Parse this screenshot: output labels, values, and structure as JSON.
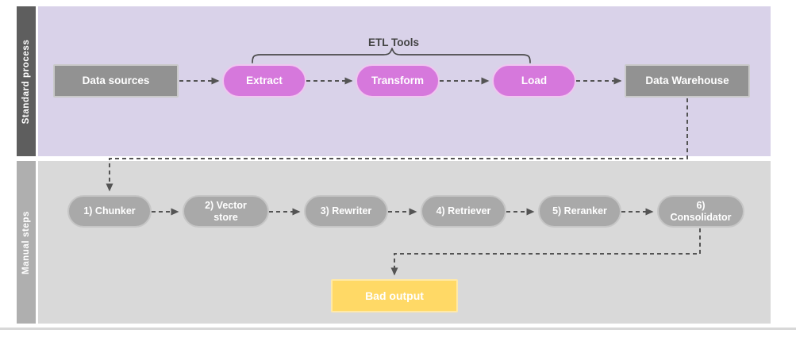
{
  "diagram": {
    "bracket_label": "ETL Tools"
  },
  "lanes": [
    {
      "label": "Standard process"
    },
    {
      "label": "Manual steps"
    }
  ],
  "standard_process": {
    "nodes": [
      {
        "id": "data-sources",
        "label": "Data sources",
        "shape": "rectangle",
        "color": "gray"
      },
      {
        "id": "extract",
        "label": "Extract",
        "shape": "pill",
        "color": "magenta"
      },
      {
        "id": "transform",
        "label": "Transform",
        "shape": "pill",
        "color": "magenta"
      },
      {
        "id": "load",
        "label": "Load",
        "shape": "pill",
        "color": "magenta"
      },
      {
        "id": "data-warehouse",
        "label": "Data Warehouse",
        "shape": "rectangle",
        "color": "gray"
      }
    ]
  },
  "manual_steps": {
    "nodes": [
      {
        "id": "chunker",
        "label": "1) Chunker",
        "shape": "pill",
        "color": "gray"
      },
      {
        "id": "vector-store",
        "label": "2) Vector store",
        "shape": "pill",
        "color": "gray"
      },
      {
        "id": "rewriter",
        "label": "3) Rewriter",
        "shape": "pill",
        "color": "gray"
      },
      {
        "id": "retriever",
        "label": "4) Retriever",
        "shape": "pill",
        "color": "gray"
      },
      {
        "id": "reranker",
        "label": "5) Reranker",
        "shape": "pill",
        "color": "gray"
      },
      {
        "id": "consolidator",
        "label": "6) Consolidator",
        "shape": "pill",
        "color": "gray"
      },
      {
        "id": "bad-output",
        "label": "Bad output",
        "shape": "rectangle",
        "color": "yellow"
      }
    ]
  },
  "colors": {
    "lane-top-bg": "#D9D2E9",
    "lane-top-bar": "#5E5E5E",
    "lane-bottom-bg": "#D9D9D9",
    "lane-bottom-bar": "#AFAFAF",
    "node-gray": "#929292",
    "node-gray-border": "#C9C9C9",
    "pill-magenta": "#D678DC",
    "pill-magenta-border": "#EFC6F0",
    "pill-gray": "#A9A9A9",
    "pill-gray-border": "#C6C6C6",
    "node-yellow": "#FFD966",
    "node-yellow-border": "#FFE9A8",
    "connector": "#545454",
    "bracket-label": "#434343",
    "node-text": "#FFFFFF"
  }
}
